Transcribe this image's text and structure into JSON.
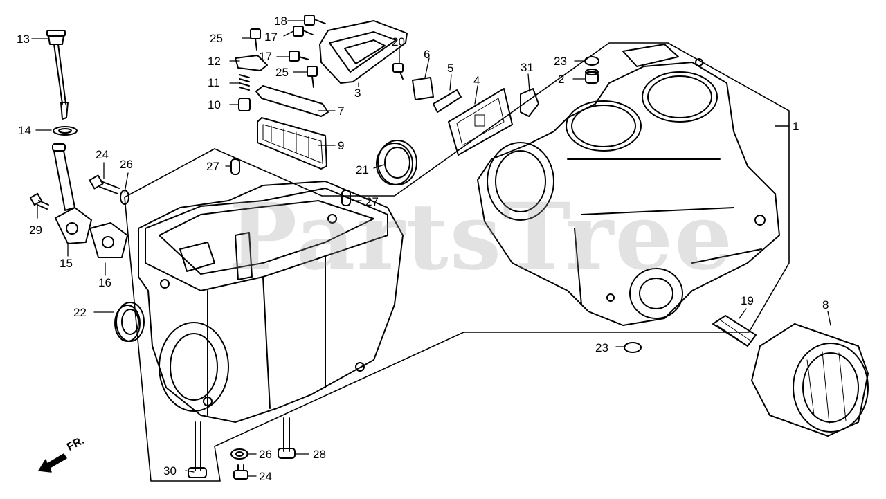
{
  "diagram": {
    "direction_label": "FR.",
    "watermark": "PartsTree",
    "callouts": [
      "13",
      "18",
      "25",
      "17",
      "20",
      "6",
      "5",
      "4",
      "31",
      "23",
      "2",
      "12",
      "17",
      "11",
      "25",
      "3",
      "10",
      "7",
      "1",
      "14",
      "9",
      "24",
      "26",
      "21",
      "27",
      "27",
      "29",
      "15",
      "16",
      "22",
      "19",
      "8",
      "23",
      "26",
      "28",
      "30",
      "24"
    ]
  }
}
